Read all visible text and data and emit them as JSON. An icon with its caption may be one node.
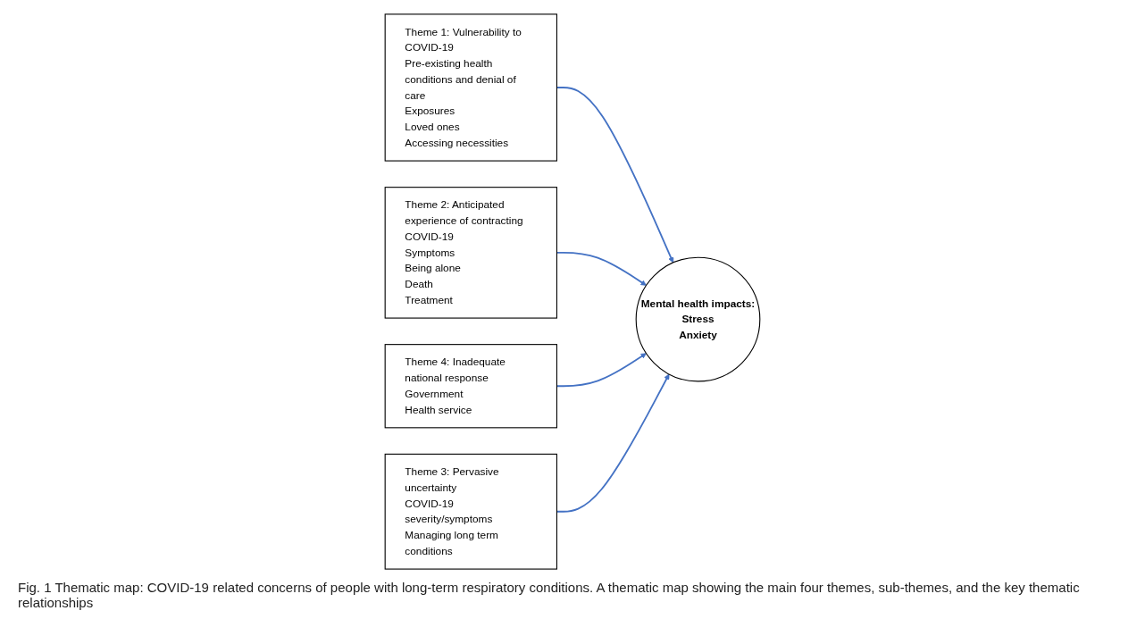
{
  "diagram": {
    "caption": "Fig. 1 Thematic map: COVID-19 related concerns of people with long-term respiratory conditions. A thematic map showing the main four themes, sub-themes, and the key thematic relationships",
    "nodes": [
      {
        "text": [
          "Theme 1: Vulnerability to COVID-19",
          "Pre-existing health conditions and denial of care",
          "Exposures",
          "Loved ones",
          "Accessing necessities"
        ]
      },
      {
        "text": [
          "Theme 2: Anticipated experience of contracting COVID-19",
          "Symptoms",
          "Being alone",
          "Death",
          "Treatment"
        ]
      },
      {
        "text": [
          "Mental health impacts:",
          "Stress",
          "Anxiety"
        ]
      },
      {
        "text": [
          "Theme 4: Inadequate national response",
          "Government",
          "Health service"
        ]
      },
      {
        "text": [
          "Theme 3: Pervasive uncertainty",
          "COVID-19 severity/symptoms",
          "Managing long term conditions"
        ]
      }
    ],
    "edges": [
      {
        "from": 0,
        "to": 2,
        "arrow": "to"
      },
      {
        "from": 1,
        "to": 2,
        "arrow": "to"
      },
      {
        "from": 3,
        "to": 2,
        "arrow": "to"
      },
      {
        "from": 4,
        "to": 2,
        "arrow": "to"
      }
    ]
  }
}
